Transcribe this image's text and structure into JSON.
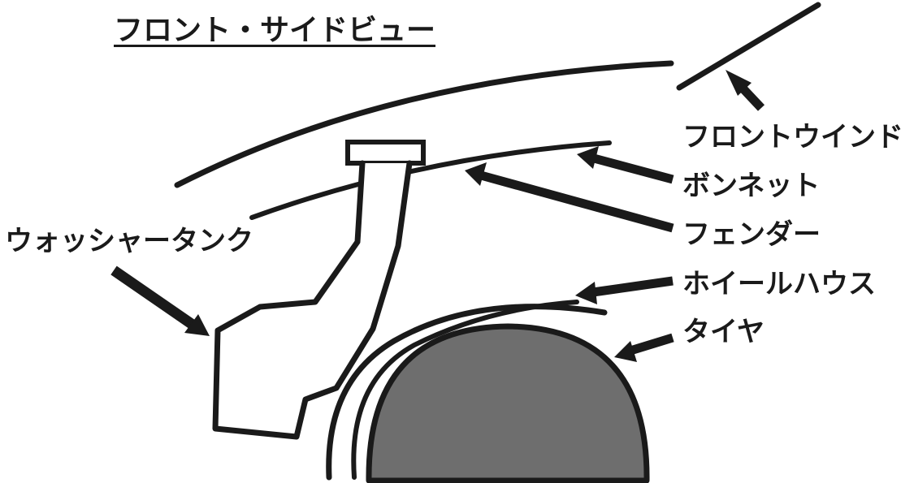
{
  "title": "フロント・サイドビュー",
  "labels": {
    "front_window": "フロントウインド",
    "bonnet": "ボンネット",
    "fender": "フェンダー",
    "wheel_house": "ホイールハウス",
    "tire": "タイヤ",
    "washer_tank": "ウォッシャータンク"
  },
  "colors": {
    "line": "#1a1a1a",
    "tire_fill": "#6e6e6e",
    "background": "#ffffff"
  }
}
